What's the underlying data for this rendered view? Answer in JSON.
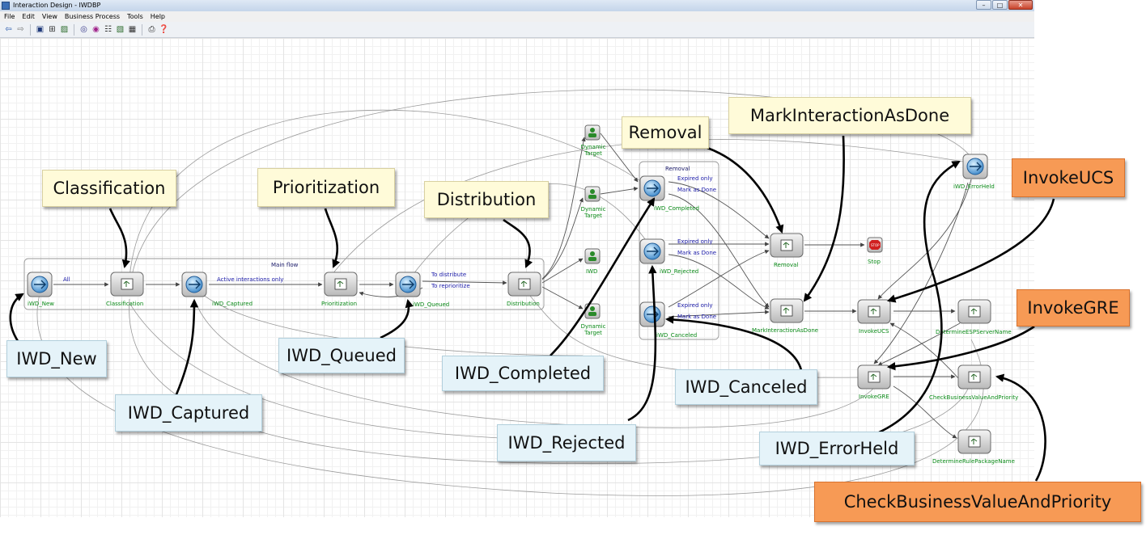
{
  "window": {
    "title": "Interaction Design - IWDBP"
  },
  "menu": [
    "File",
    "Edit",
    "View",
    "Business Process",
    "Tools",
    "Help"
  ],
  "toolbar_icons": [
    "back-arrow-icon",
    "forward-arrow-icon",
    "save-icon",
    "zoom-icon",
    "image-icon",
    "target-icon",
    "palette-icon",
    "tree-icon",
    "image2-icon",
    "grid-icon",
    "print-icon",
    "help-icon"
  ],
  "groups": {
    "main_flow": "Main flow",
    "removal": "Removal"
  },
  "nodes": {
    "iwd_new": "iWD_New",
    "classification": "Classification",
    "iwd_captured": "iWD_Captured",
    "prioritization": "Prioritization",
    "iwd_queued": "iWD_Queued",
    "distribution": "Distribution",
    "dyn1": "Dynamic Target",
    "dyn2": "Dynamic Target",
    "iwd": "IWD",
    "dyn3": "Dynamic Target",
    "iwd_completed": "iWD_Completed",
    "iwd_rejected": "iWD_Rejected",
    "iwd_canceled": "iWD_Canceled",
    "removal": "Removal",
    "stop": "Stop",
    "mark_done": "MarkInteractionAsDone",
    "invoke_ucs": "InvokeUCS",
    "invoke_gre": "InvokeGRE",
    "iwd_errorheld": "iWD_ErrorHeld",
    "determine_esp": "DetermineESPServerName",
    "check_bv": "CheckBusinessValueAndPriority",
    "determine_rule": "DetermineRulePackageName"
  },
  "edges": {
    "all": "All",
    "active_only": "Active interactions only",
    "to_distribute": "To distribute",
    "to_reprioritize": "To reprioritize",
    "expired_only_1": "Expired only",
    "mark_done_1": "Mark as Done",
    "expired_only_2": "Expired only",
    "mark_done_2": "Mark as Done",
    "expired_only_3": "Expired only",
    "mark_done_3": "Mark as Done"
  },
  "callouts": {
    "classification": "Classification",
    "prioritization": "Prioritization",
    "distribution": "Distribution",
    "removal": "Removal",
    "mark_done": "MarkInteractionAsDone",
    "invoke_ucs": "InvokeUCS",
    "invoke_gre": "InvokeGRE",
    "iwd_new": "IWD_New",
    "iwd_captured": "IWD_Captured",
    "iwd_queued": "IWD_Queued",
    "iwd_completed": "IWD_Completed",
    "iwd_canceled": "IWD_Canceled",
    "iwd_rejected": "IWD_Rejected",
    "iwd_errorheld": "IWD_ErrorHeld",
    "check_bv": "CheckBusinessValueAndPriority"
  },
  "colors": {
    "node_label": "#0a8a17",
    "edge_label": "#1a1aa8",
    "callout_yellow": "#fffbd9",
    "callout_blue": "#e5f3f9",
    "callout_orange": "#f79a55"
  }
}
